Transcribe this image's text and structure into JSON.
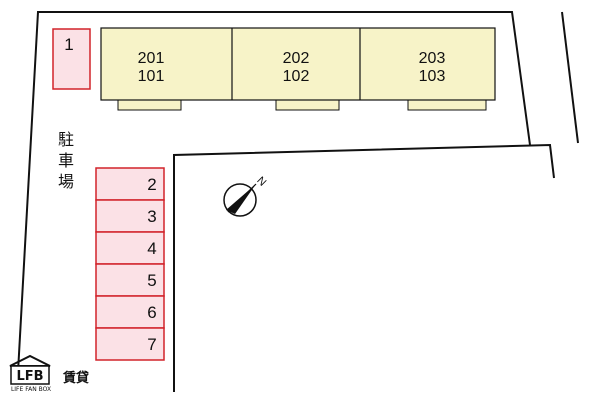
{
  "colors": {
    "building_fill": "#f7f3c8",
    "parking_fill": "#fbe1e6",
    "parking_stroke": "#d2232a",
    "line": "#111111"
  },
  "buildings": [
    {
      "upper": "201",
      "lower": "101"
    },
    {
      "upper": "202",
      "lower": "102"
    },
    {
      "upper": "203",
      "lower": "103"
    }
  ],
  "parking": {
    "label_chars": [
      "駐",
      "車",
      "場"
    ],
    "slot_single": "1",
    "slots": [
      "2",
      "3",
      "4",
      "5",
      "6",
      "7"
    ]
  },
  "compass": {
    "north_label": "N",
    "icon": "north-arrow-icon"
  },
  "logo": {
    "mark": "LFB",
    "sub": "LIFE FAN BOX",
    "brand": "賃貸",
    "icon": "house-logo-icon"
  }
}
